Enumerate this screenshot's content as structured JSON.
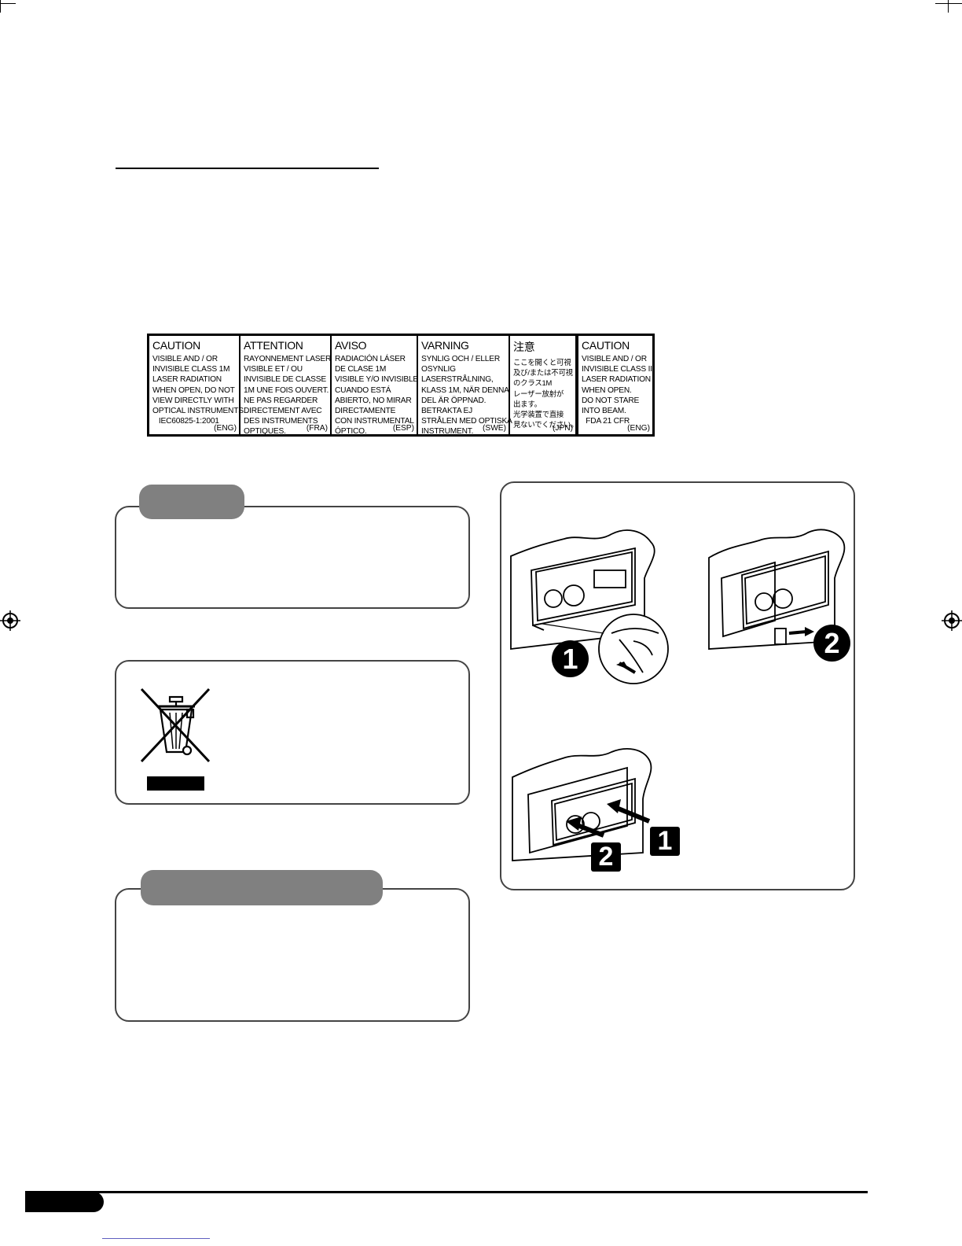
{
  "laser_label": {
    "columns": [
      {
        "title": "CAUTION",
        "lines": [
          "VISIBLE  AND / OR",
          "INVISIBLE CLASS 1M",
          "LASER RADIATION",
          "WHEN OPEN, DO NOT",
          "VIEW DIRECTLY WITH",
          "OPTICAL INSTRUMENTS.",
          "   IEC60825-1:2001"
        ],
        "lang": "(ENG)"
      },
      {
        "title": "ATTENTION",
        "lines": [
          "RAYONNEMENT LASER",
          "VISIBLE ET / OU",
          "INVISIBLE DE CLASSE",
          "1M UNE FOIS OUVERT.",
          "NE PAS REGARDER",
          "DIRECTEMENT AVEC",
          "DES INSTRUMENTS",
          "OPTIQUES."
        ],
        "lang": "(FRA)"
      },
      {
        "title": "AVISO",
        "lines": [
          "RADIACIÓN LÁSER",
          "DE CLASE 1M",
          "VISIBLE Y/O INVISIBLE",
          "CUANDO ESTÁ",
          "ABIERTO, NO MIRAR",
          "DIRECTAMENTE",
          "CON INSTRUMENTAL",
          "ÓPTICO."
        ],
        "lang": "(ESP)"
      },
      {
        "title": "VARNING",
        "lines": [
          "SYNLIG OCH / ELLER",
          "OSYNLIG",
          "LASERSTRÅLNING,",
          "KLASS 1M, NÄR DENNA",
          "DEL ÄR ÖPPNAD.",
          "BETRAKTA EJ",
          "STRÅLEN MED OPTISKA",
          "INSTRUMENT."
        ],
        "lang": "(SWE)"
      },
      {
        "title": "注意",
        "lines": [
          "ここを開くと可視",
          "及び/または不可視",
          "のクラス1M",
          "レーザー放射が",
          "出ます。",
          "光学装置で直接",
          "見ないでください。"
        ],
        "lang": "(JPN)"
      },
      {
        "title": "CAUTION",
        "lines": [
          "VISIBLE  AND / OR",
          "INVISIBLE CLASS II",
          "LASER RADIATION",
          "WHEN OPEN.",
          "DO NOT STARE",
          "INTO BEAM.",
          "  FDA 21 CFR"
        ],
        "lang": "(ENG)"
      }
    ]
  },
  "step_badges": {
    "detach_1": "1",
    "detach_2": "2",
    "attach_1": "1",
    "attach_2": "2"
  }
}
